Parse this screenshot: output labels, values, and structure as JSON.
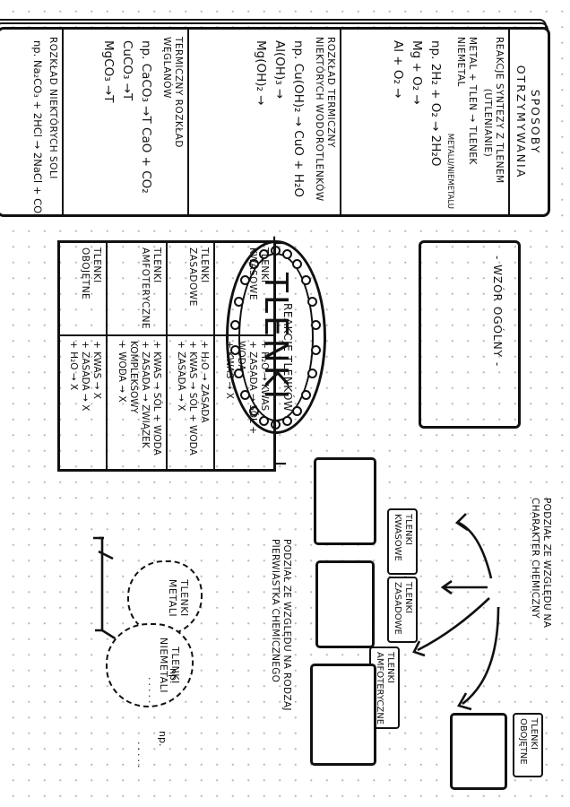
{
  "obtaining": {
    "title": "SPOSOBY OTRZYMYWANIA",
    "synthesis": {
      "heading": "REAKCJE SYNTEZY Z TLENEM",
      "subheading": "(UTLENIANIE)",
      "rule": "METAL + TLEN → TLENEK",
      "rule2": "NIEMETAL",
      "rule2_note": "METALU/NIEMETALU",
      "eq1": "np. 2H₂ + O₂ → 2H₂O",
      "eq2": "Mg + O₂ →",
      "eq3": "Al + O₂ →"
    },
    "hydroxides": {
      "heading": "ROZKŁAD TERMICZNY NIEKTÓRYCH WODOROTLENKÓW",
      "eq1": "np. Cu(OH)₂ → CuO + H₂O",
      "eq2": "Al(OH)₃ →",
      "eq3": "Mg(OH)₂ →"
    },
    "carbonates": {
      "heading": "TERMICZNY ROZKŁAD WĘGLANÓW",
      "eq1": "np. CaCO₃ →T CaO + CO₂",
      "eq2": "CuCO₃ →T",
      "eq3": "MgCO₃ →T"
    },
    "salts": {
      "heading": "ROZKŁAD NIEKTÓRYCH SOLI",
      "eq1": "np. Na₂CO₃ + 2HCl → 2NaCl + CO₂ + H₂O"
    }
  },
  "center": {
    "title": "TLENKI"
  },
  "formula_box": {
    "label": "- WZÓR OGÓLNY -"
  },
  "reactions": {
    "title": "REAKCJE TLENKÓW",
    "rows": [
      {
        "kind": "TLENKI KWASOWE",
        "items": [
          "+ H₂O → KWAS",
          "+ ZASADA → SÓL + WODA",
          "+ KWAS → X"
        ]
      },
      {
        "kind": "TLENKI ZASADOWE",
        "items": [
          "+ H₂O → ZASADA",
          "+ KWAS → SÓL + WODA",
          "+ ZASADA → X"
        ]
      },
      {
        "kind": "TLENKI AMFOTERYCZNE",
        "items": [
          "+ KWAS → SÓL + WODA",
          "+ ZASADA → ZWIĄZEK KOMPLEKSOWY",
          "+ WODA → X"
        ]
      },
      {
        "kind": "TLENKI OBOJĘTNE",
        "items": [
          "+ KWAS → X",
          "+ ZASADA → X",
          "+ H₂O → X"
        ]
      }
    ]
  },
  "by_character": {
    "heading": "PODZIAŁ ZE WZGLĘDU NA CHARAKTER CHEMICZNY",
    "labels": [
      "TLENKI KWASOWE",
      "TLENKI ZASADOWE",
      "TLENKI AMFOTERYCZNE",
      "TLENKI OBOJĘTNE"
    ]
  },
  "by_element": {
    "heading": "PODZIAŁ ZE WZGLĘDU NA RODZAJ PIERWIASTKA CHEMICZNEGO",
    "metal": "TLENKI METALI",
    "nonmetal": "TLENKI NIEMETALI",
    "np": "np.",
    "dots": "....."
  }
}
